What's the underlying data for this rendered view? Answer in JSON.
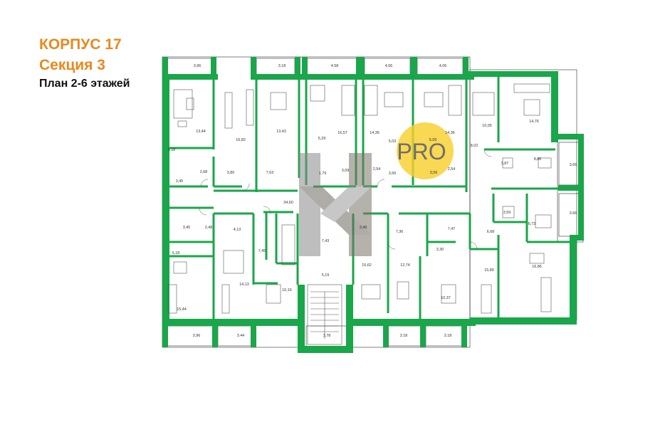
{
  "header": {
    "title": "КОРПУС 17",
    "section": "Секция 3",
    "plan": "План 2-6 этажей"
  },
  "watermark": {
    "text": "PRO",
    "circle_color": "#f8cf2d"
  },
  "colors": {
    "wall": "#1aa64a",
    "title": "#e8891f"
  },
  "areas": [
    "3,96",
    "3.18",
    "4.58",
    "4,06",
    "4,06",
    "13,44",
    "16,83",
    "13,43",
    "5,29",
    "16,57",
    "14,36",
    "5,03",
    "5,09",
    "14,36",
    "10,05",
    "14,76",
    "5,16",
    "2,68",
    "3,80",
    "7,63",
    "1,79",
    "3,09",
    "2,54",
    "3,56",
    "3,56",
    "2,54",
    "8,02",
    "8,86",
    "3,87",
    "3.66",
    "3,45",
    "34,60",
    "3,45",
    "2,48",
    "4,13",
    "7,43",
    "3,48",
    "7,36",
    "7,47",
    "6,68",
    "3,59",
    "6,73",
    "3.66",
    "5,18",
    "7,45",
    "3,30",
    "15,89",
    "16,86",
    "14,13",
    "5,19",
    "15,62",
    "12,74",
    "10,16",
    "10,37",
    "15,44",
    "3,96",
    "3.44",
    "3,78",
    "3.18",
    "3.18"
  ]
}
